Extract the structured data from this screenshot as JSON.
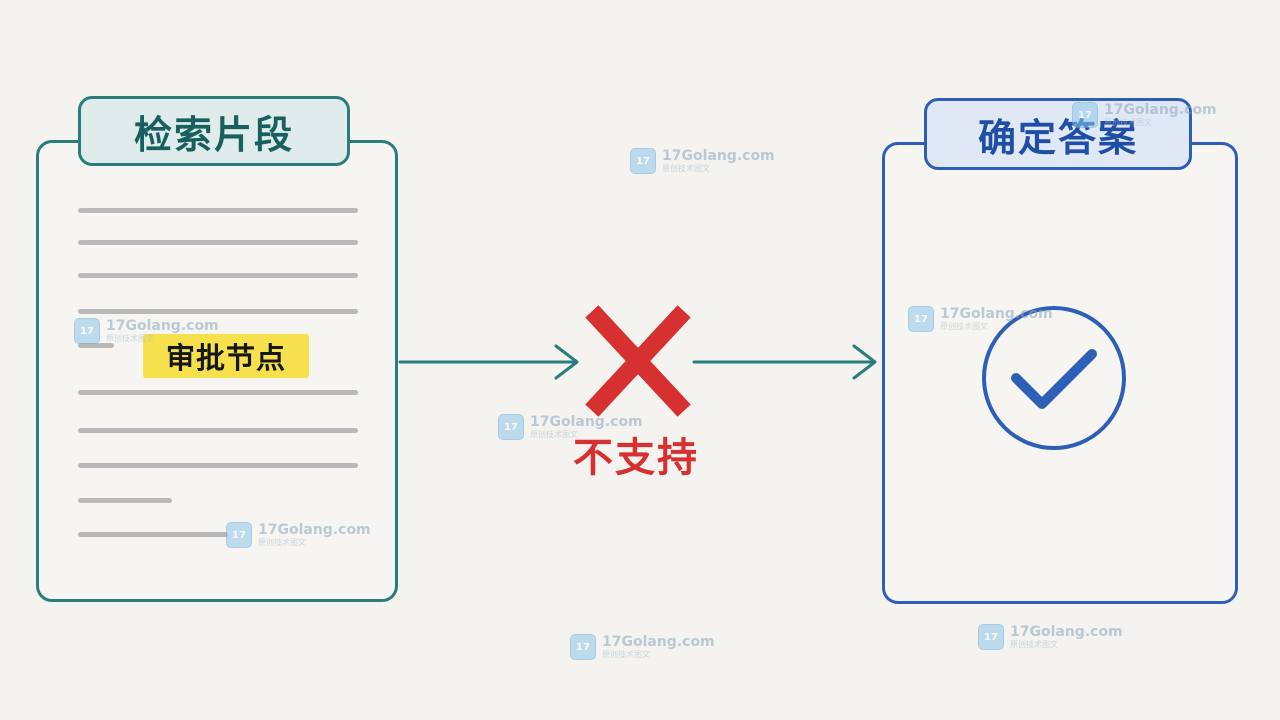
{
  "left_panel": {
    "title": "检索片段",
    "highlight": "审批节点",
    "border_color": "#2a7d7b",
    "tab_fill": "#dfeceb"
  },
  "middle": {
    "reject_label": "不支持",
    "reject_icon": "cross-icon",
    "reject_color": "#d63030",
    "arrow_color": "#2a7d7b"
  },
  "right_panel": {
    "title": "确定答案",
    "icon": "check-circle-icon",
    "border_color": "#2e5fb8"
  },
  "watermark": {
    "text": "17Golang.com",
    "subtext": "原创技术图文",
    "logo_text": "17"
  }
}
